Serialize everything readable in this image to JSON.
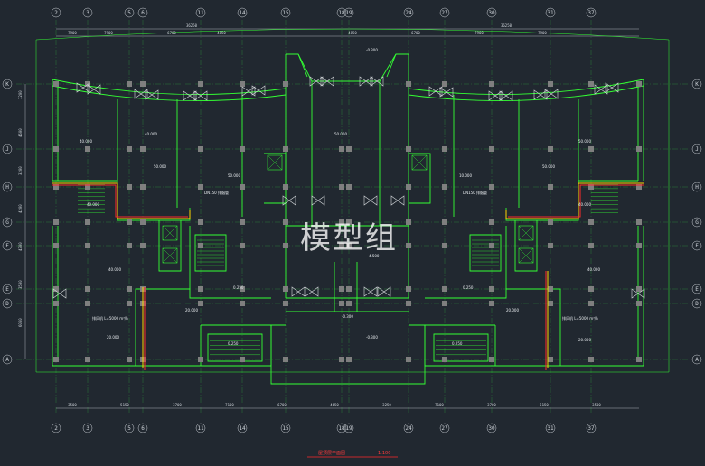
{
  "colors": {
    "background": "#212830",
    "wall": "#33ff33",
    "grid_line": "#2f8f3a",
    "column": "#7f7f7f",
    "dimension": "#cfd4da",
    "pipe_red": "#ff2a2a",
    "pipe_yellow": "#ffd400",
    "fan": "#d9dde0"
  },
  "watermark": "模型组",
  "drawing_title": "屋顶层平面图",
  "scale": "1:100",
  "top_axes": [
    "2",
    "3",
    "5",
    "6",
    "11",
    "14",
    "15",
    "18",
    "19",
    "24",
    "27",
    "30",
    "31",
    "37"
  ],
  "bottom_axes": [
    "2",
    "3",
    "5",
    "6",
    "11",
    "14",
    "15",
    "18",
    "19",
    "24",
    "27",
    "30",
    "31",
    "37"
  ],
  "left_axes": [
    "K",
    "J",
    "H",
    "G",
    "F",
    "E",
    "D",
    "A"
  ],
  "right_axes": [
    "K",
    "J",
    "H",
    "G",
    "F",
    "E",
    "D",
    "A"
  ],
  "top_dims_outer": [
    "36250",
    "36250"
  ],
  "top_dims_inner": [
    "7900",
    "7900",
    "6700",
    "4850",
    "4850",
    "6700",
    "7900",
    "7900"
  ],
  "bottom_dims": [
    "3500",
    "5150",
    "3700",
    "7100",
    "6700",
    "4650",
    "3250",
    "7100",
    "3700",
    "5150",
    "3500"
  ],
  "left_dims": [
    "7200",
    "4600",
    "3200",
    "4200",
    "4300",
    "3500",
    "6050"
  ],
  "level_marks": [
    "-0.300",
    "-0.300",
    "-0.300",
    "4.500"
  ],
  "room_labels": [
    "40.000",
    "40.000",
    "50.000",
    "50.000",
    "40.000",
    "40.000",
    "50.000",
    "50.000",
    "10.000",
    "50.000",
    "40.000",
    "40.000",
    "20.000",
    "20.000",
    "20.000",
    "20.000",
    "0.250",
    "0.250",
    "0.250",
    "0.250"
  ],
  "pipe_notes": [
    "DN150 排烟管",
    "DN150 排烟管",
    "排风机 L=5000 m³/h",
    "排风机 L=5000 m³/h"
  ]
}
